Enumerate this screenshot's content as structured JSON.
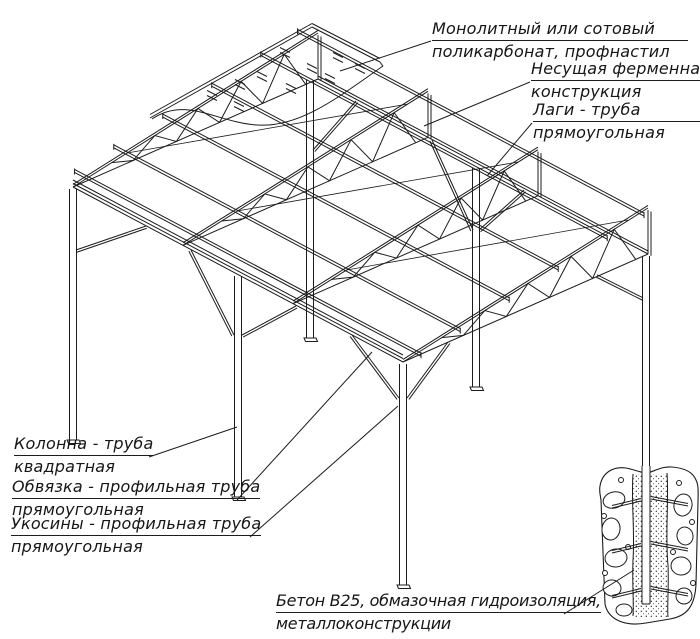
{
  "labels": {
    "roofing": {
      "line1": "Монолитный или сотовый",
      "line2": "поликарбонат, профнастил"
    },
    "truss": {
      "line1": "Несущая ферменная",
      "line2": "конструкция"
    },
    "purlins": {
      "line1": "Лаги - труба",
      "line2": "прямоугольная"
    },
    "column": {
      "line1": "Колонна - труба",
      "line2": "квадратная"
    },
    "strapping": {
      "line1": "Обвязка - профильная труба",
      "line2": "прямоугольная"
    },
    "braces": {
      "line1": "Укосины - профильная труба",
      "line2": "прямоугольная"
    },
    "foundation": {
      "line1": "Бетон В25, обмазочная гидроизоляция,",
      "line2": "металлоконструкции"
    }
  },
  "colors": {
    "line": "#1c1c1c",
    "background": "#ffffff"
  }
}
